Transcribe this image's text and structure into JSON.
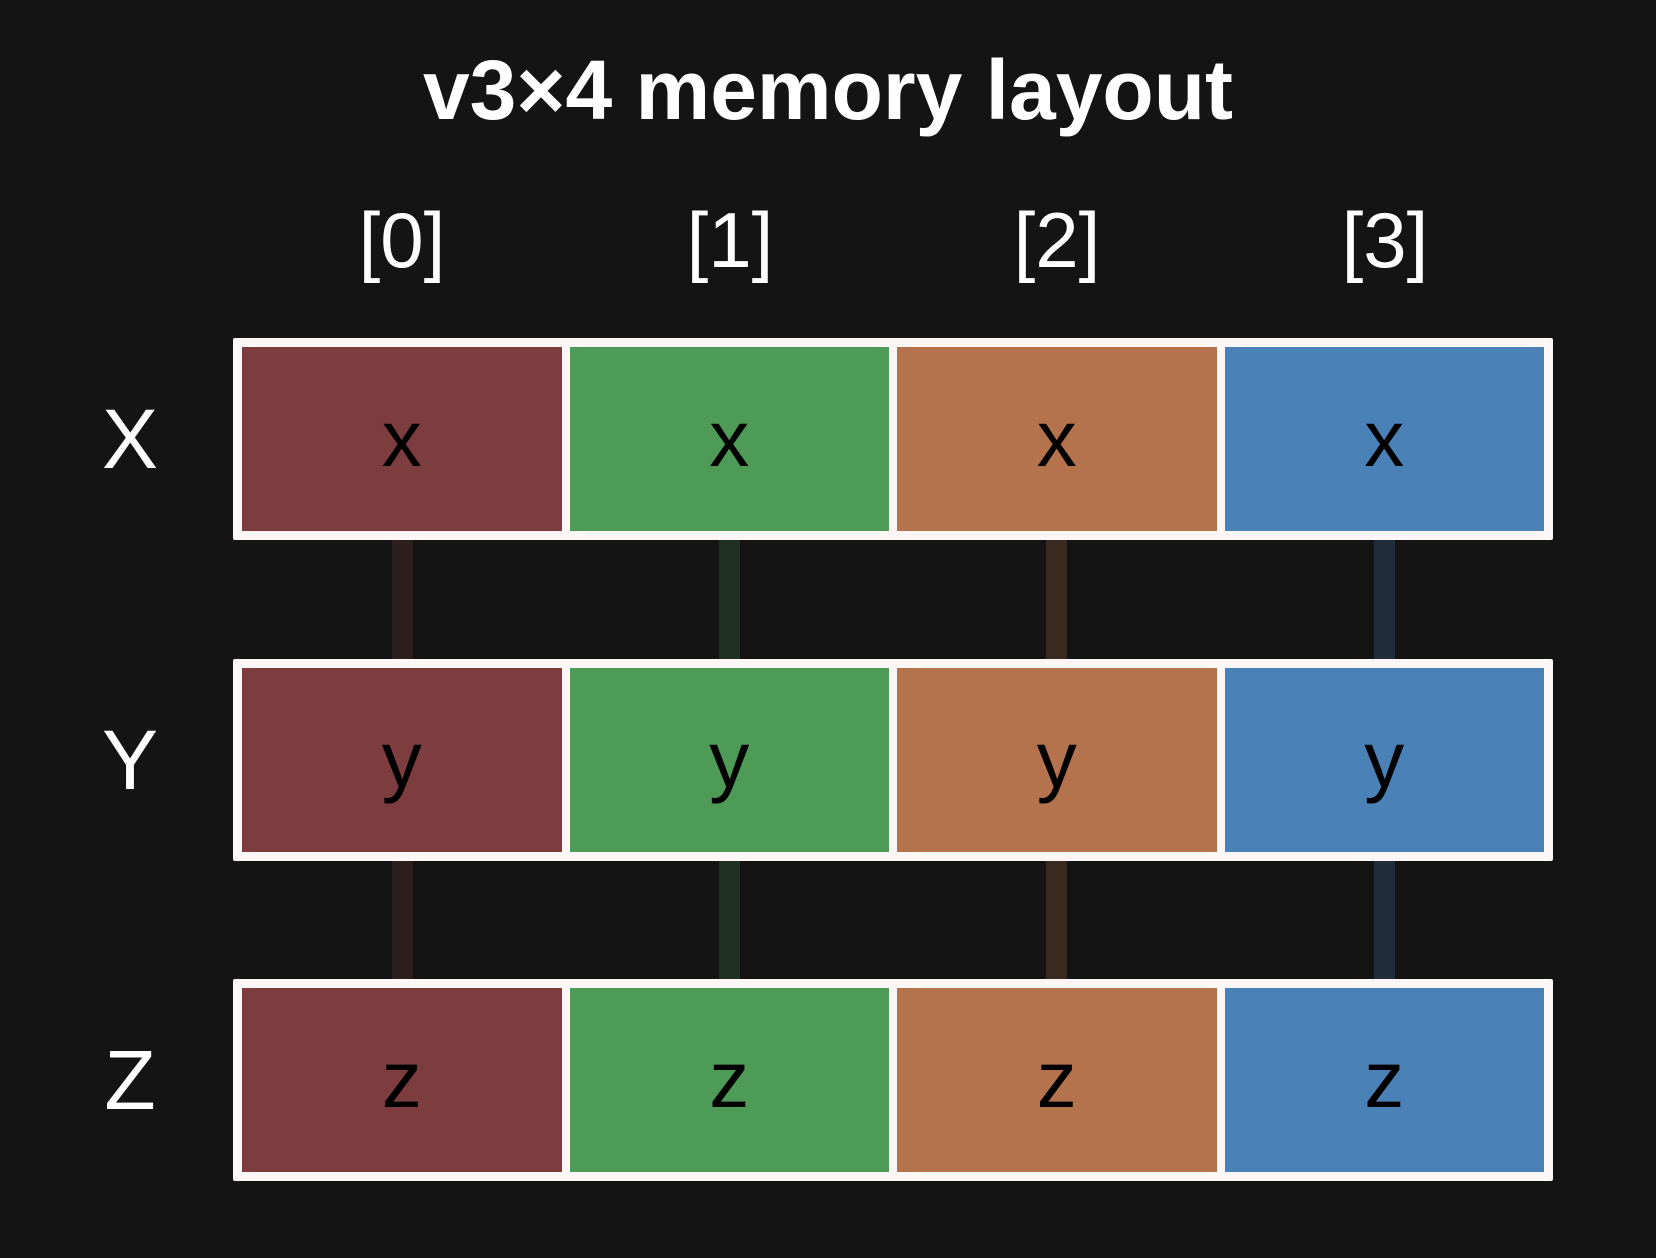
{
  "title": "v3×4 memory layout",
  "columns": [
    "[0]",
    "[1]",
    "[2]",
    "[3]"
  ],
  "rows": [
    {
      "label": "X",
      "cell_text": "x"
    },
    {
      "label": "Y",
      "cell_text": "y"
    },
    {
      "label": "Z",
      "cell_text": "z"
    }
  ],
  "colors": {
    "background": "#151414",
    "strip": "#fdf6f7",
    "text": "#ffffff",
    "cells": [
      "#7d3c3e",
      "#4e9a57",
      "#b5734d",
      "#4a82b8"
    ],
    "connectors": [
      "#2d1e1e",
      "#1f3024",
      "#392a20",
      "#202e3b"
    ]
  }
}
